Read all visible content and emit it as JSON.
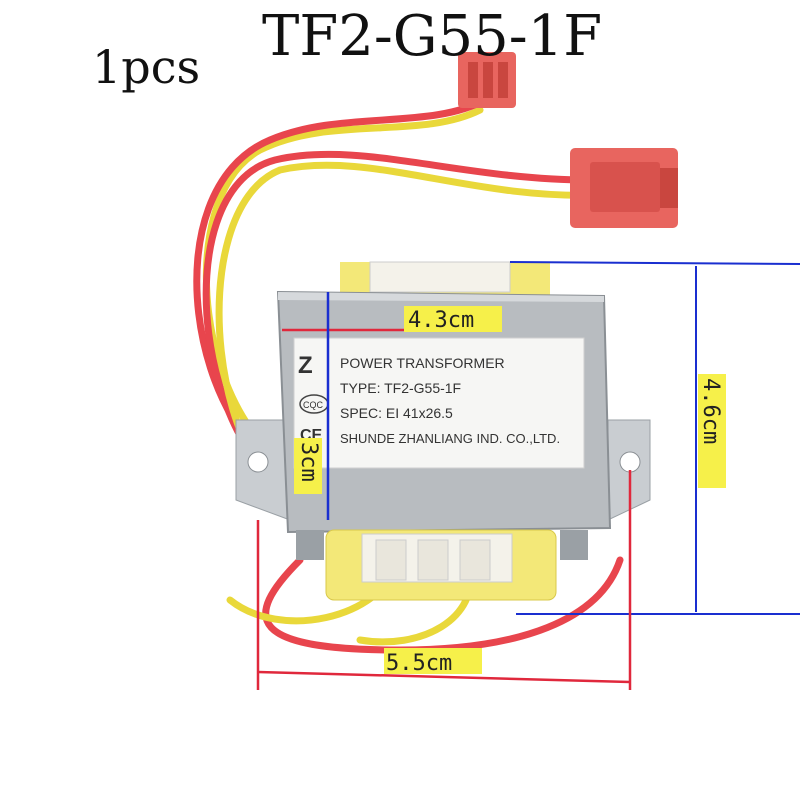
{
  "header": {
    "model": "TF2-G55-1F",
    "quantity": "1pcs"
  },
  "product_label": {
    "logo_letter": "Z",
    "line1": "POWER  TRANSFORMER",
    "line2": "TYPE: TF2-G55-1F",
    "line3": "SPEC: EI 41x26.5",
    "line4": "SHUNDE ZHANLIANG IND. CO.,LTD.",
    "cert_mark": "CQC",
    "ce_mark": "CE"
  },
  "dimensions": {
    "width_top": "4.3cm",
    "height_front": "3cm",
    "height_total": "4.6cm",
    "width_bottom": "5.5cm"
  },
  "colors": {
    "red_wire": "#e8454d",
    "yellow_wire": "#e9d83a",
    "connector": "#e8655f",
    "steel": "#b8bcc0",
    "dim_red": "#e0283c",
    "dim_blue": "#1a2fd0",
    "dim_label_bg": "#f6f04a"
  }
}
